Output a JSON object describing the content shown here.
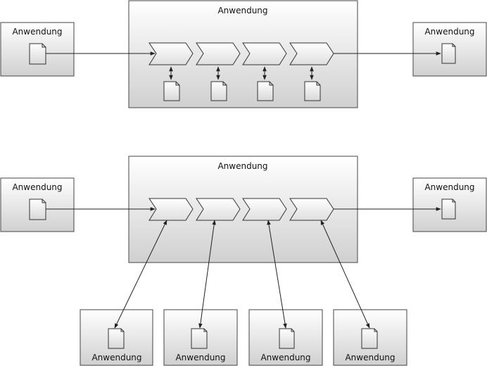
{
  "diagram_top": {
    "container_title": "Anwendung",
    "left_app_label": "Anwendung",
    "right_app_label": "Anwendung"
  },
  "diagram_bottom": {
    "container_title": "Anwendung",
    "left_app_label": "Anwendung",
    "right_app_label": "Anwendung",
    "bottom_apps": [
      {
        "label": "Anwendung"
      },
      {
        "label": "Anwendung"
      },
      {
        "label": "Anwendung"
      },
      {
        "label": "Anwendung"
      }
    ]
  },
  "colors": {
    "box_gradient_top": "#ffffff",
    "box_gradient_bottom": "#d2d2d2",
    "stroke": "#333333"
  }
}
